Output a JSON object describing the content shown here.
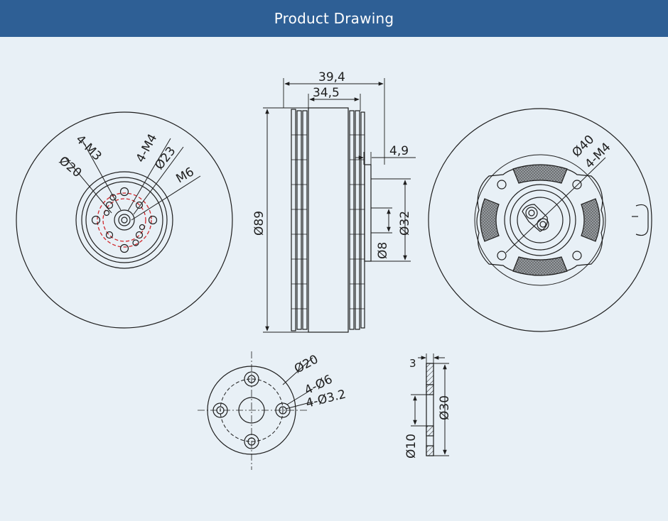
{
  "header": {
    "title": "Product Drawing"
  },
  "drawing": {
    "front_view": {
      "labels": {
        "m3": "4-M3",
        "d20": "Ø20",
        "m4": "4-M4",
        "d23": "Ø23",
        "m6": "M6"
      }
    },
    "side_view": {
      "labels": {
        "width_total": "39,4",
        "width_body": "34,5",
        "shaft_len": "4,9",
        "diameter": "Ø89",
        "d32": "Ø32",
        "d8": "Ø8"
      }
    },
    "rear_view": {
      "labels": {
        "d40": "Ø40",
        "m4": "4-M4"
      }
    },
    "mount_plate": {
      "labels": {
        "d20": "Ø20",
        "holes_d6": "4-Ø6",
        "holes_d32": "4-Ø3.2"
      }
    },
    "mount_section": {
      "labels": {
        "thickness": "3",
        "d30": "Ø30",
        "d10": "Ø10"
      }
    }
  },
  "colors": {
    "header_bg": "#2e5f95",
    "background": "#e8f0f6",
    "line": "#1e1e1e",
    "highlight": "#d0282c"
  }
}
